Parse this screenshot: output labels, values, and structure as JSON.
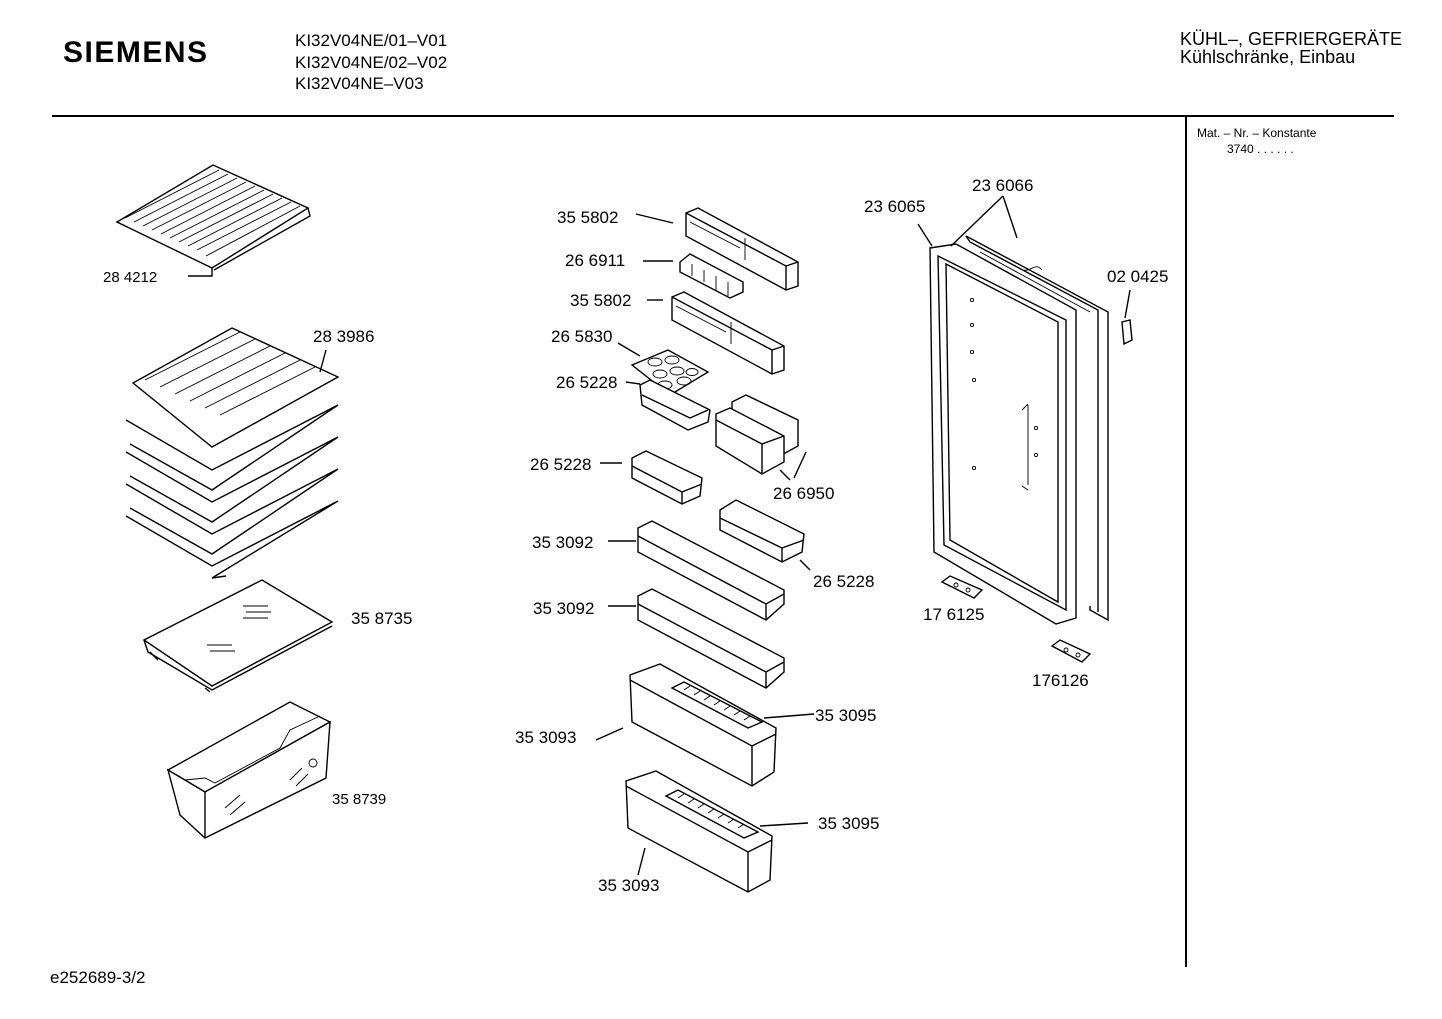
{
  "header": {
    "brand": "SIEMENS",
    "models": [
      "KI32V04NE/01–V01",
      "KI32V04NE/02–V02",
      "KI32V04NE–V03"
    ],
    "category_line1": "KÜHL–, GEFRIERGERÄTE",
    "category_line2": "Kühlschränke, Einbau"
  },
  "material_box": {
    "label": "Mat. – Nr. – Konstante",
    "value": "3740 .  .  .  .  .  ."
  },
  "footer": {
    "drawing_id": "e252689-3/2"
  },
  "parts": {
    "wire_shelf": "28 4212",
    "glass_shelves": "28 3986",
    "glass_plate": "35 8735",
    "crisper": "35 8739",
    "shelf_top": "35 5802",
    "egg_holder_top": "26 6911",
    "shelf_second": "35 5802",
    "egg_tray": "26 5830",
    "small_bin_1": "26 5228",
    "small_bin_2": "26 5228",
    "bin_pair": "26 6950",
    "small_bin_right": "26 5228",
    "door_shelf_1": "35 3092",
    "door_shelf_2": "35 3092",
    "bottle_rack_1": "35 3093",
    "bottle_divider_1": "35 3095",
    "bottle_divider_2": "35 3095",
    "bottle_rack_2": "35 3093",
    "door_seal": "23 6065",
    "door_panel": "23 6066",
    "handle_cap": "02 0425",
    "hinge_bottom": "17 6125",
    "hinge_lower": "176126"
  }
}
